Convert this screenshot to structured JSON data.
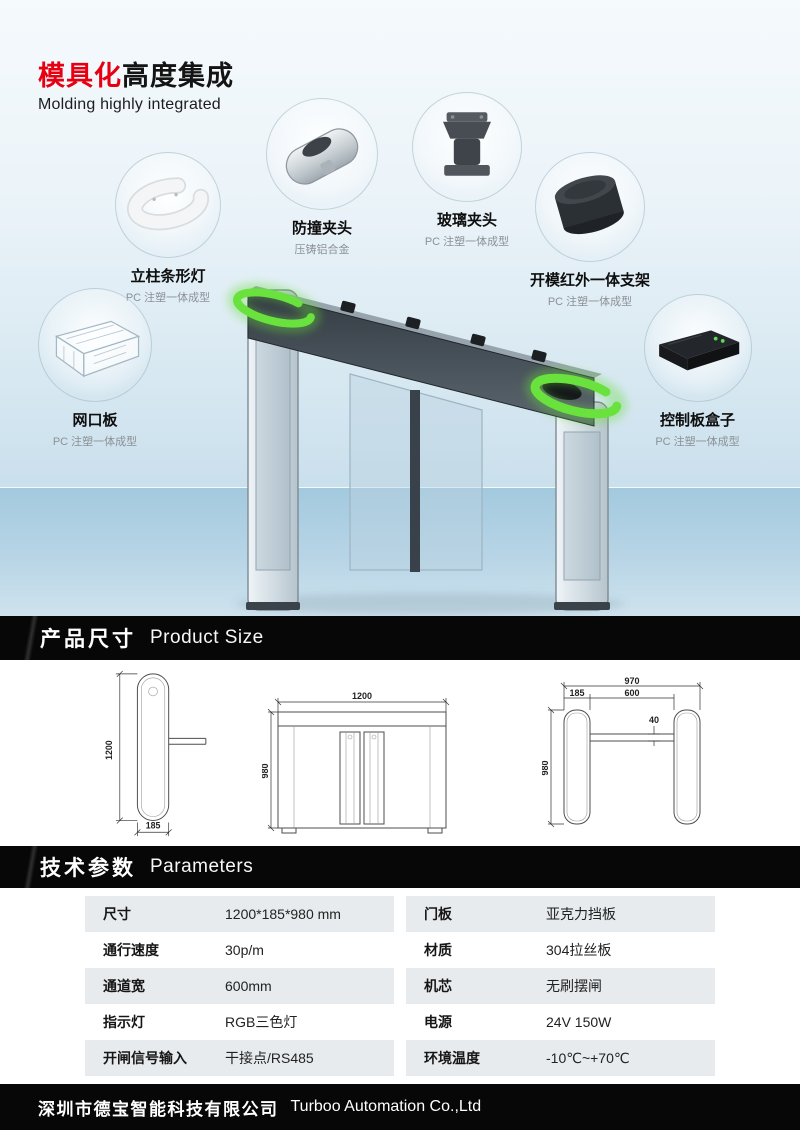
{
  "hero": {
    "title_accent": "模具化",
    "title_rest": "高度集成",
    "subtitle": "Molding highly integrated",
    "callouts": [
      {
        "icon": "pillar-light-icon",
        "label": "立柱条形灯",
        "sub": "PC 注塑一体成型"
      },
      {
        "icon": "anti-collision-clamp-icon",
        "label": "防撞夹头",
        "sub": "压铸铝合金"
      },
      {
        "icon": "glass-clamp-icon",
        "label": "玻璃夹头",
        "sub": "PC 注塑一体成型"
      },
      {
        "icon": "ir-bracket-icon",
        "label": "开模红外一体支架",
        "sub": "PC 注塑一体成型"
      },
      {
        "icon": "network-board-icon",
        "label": "网口板",
        "sub": "PC 注塑一体成型"
      },
      {
        "icon": "control-box-icon",
        "label": "控制板盒子",
        "sub": "PC 注塑一体成型"
      }
    ]
  },
  "product_size": {
    "title_cn": "产品尺寸",
    "title_en": "Product Size",
    "dims": {
      "side_height": "1200",
      "side_width": "185",
      "front_width": "1200",
      "front_height": "980",
      "top_total": "970",
      "top_cabinet": "185",
      "top_lane": "600",
      "top_arm": "40",
      "top_length": "980"
    }
  },
  "parameters": {
    "title_cn": "技术参数",
    "title_en": "Parameters",
    "left": [
      {
        "label": "尺寸",
        "value": "1200*185*980 mm"
      },
      {
        "label": "通行速度",
        "value": "30p/m"
      },
      {
        "label": "通道宽",
        "value": "600mm"
      },
      {
        "label": "指示灯",
        "value": "RGB三色灯"
      },
      {
        "label": "开闸信号输入",
        "value": "干接点/RS485"
      }
    ],
    "right": [
      {
        "label": "门板",
        "value": "亚克力挡板"
      },
      {
        "label": "材质",
        "value": "304拉丝板"
      },
      {
        "label": "机芯",
        "value": "无刷摆闸"
      },
      {
        "label": "电源",
        "value": "24V 150W"
      },
      {
        "label": "环境温度",
        "value": "-10℃~+70℃"
      }
    ]
  },
  "footer": {
    "company_cn": "深圳市德宝智能科技有限公司",
    "company_en": "Turboo Automation Co.,Ltd"
  },
  "colors": {
    "accent_red": "#e60012",
    "glow_green": "#66dd3a",
    "banner_black": "#070707",
    "floor_blue": "#a3c9de"
  }
}
